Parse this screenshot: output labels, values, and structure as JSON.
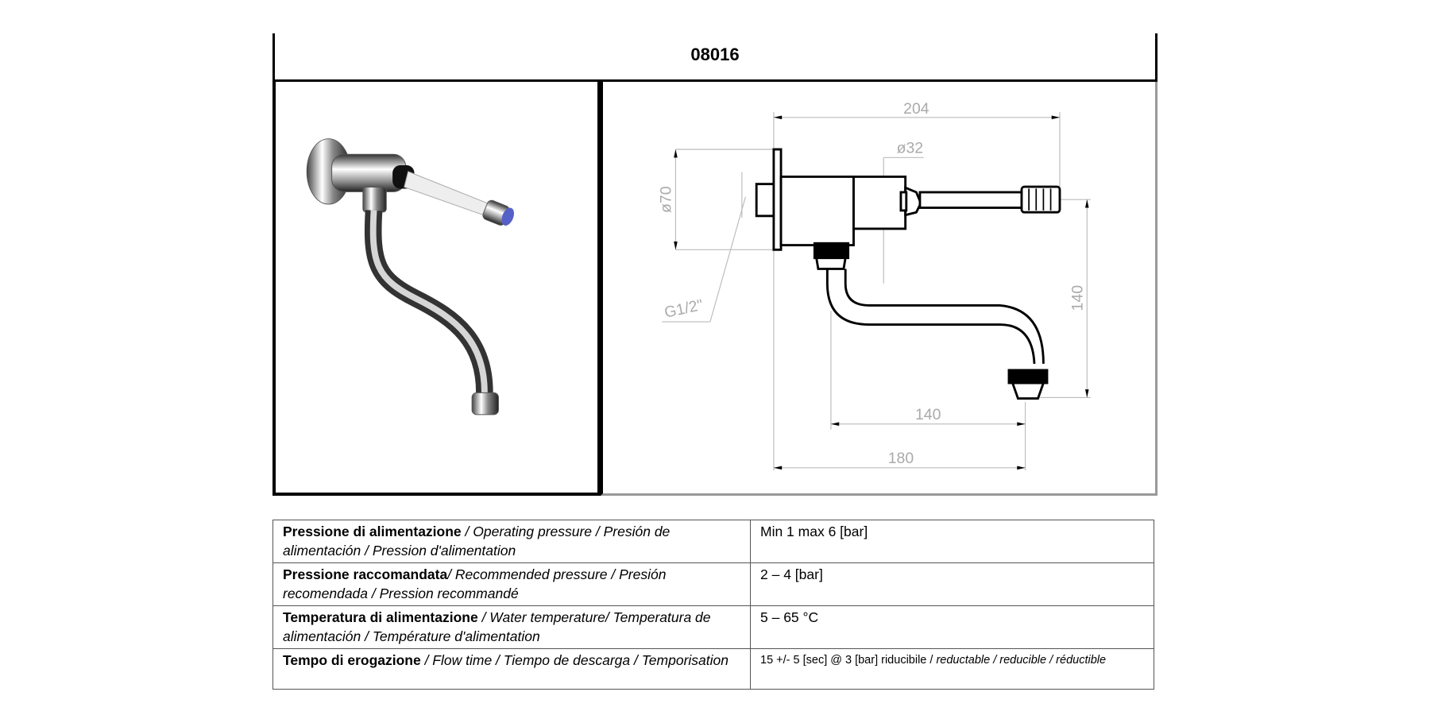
{
  "header": {
    "product_code": "08016"
  },
  "drawing": {
    "dimensions": {
      "total_length": "204",
      "body_diameter": "ø32",
      "flange_diameter": "ø70",
      "thread": "G1/2\"",
      "height": "140",
      "spout_reach": "140",
      "wall_to_outlet": "180"
    }
  },
  "specs": {
    "rows": [
      {
        "label_bold": "Pressione di alimentazione",
        "label_rest": " / Operating pressure / Presión de alimentación / Pression d'alimentation",
        "value": "Min 1 max 6 [bar]"
      },
      {
        "label_bold": "Pressione raccomandata",
        "label_rest": "/ Recommended pressure / Presión recomendada / Pression recommandé",
        "value": "2 – 4 [bar]"
      },
      {
        "label_bold": "Temperatura di alimentazione",
        "label_rest": " / Water temperature/ Temperatura de alimentación / Température d'alimentation",
        "value": "5 – 65 °C"
      },
      {
        "label_bold": "Tempo di erogazione",
        "label_rest": "  / Flow time / Tiempo de descarga / Temporisation",
        "value_plain": "15 +/- 5 [sec] @ 3 [bar] riducibile / ",
        "value_italic": "reductable / reducible / réductible"
      }
    ]
  }
}
